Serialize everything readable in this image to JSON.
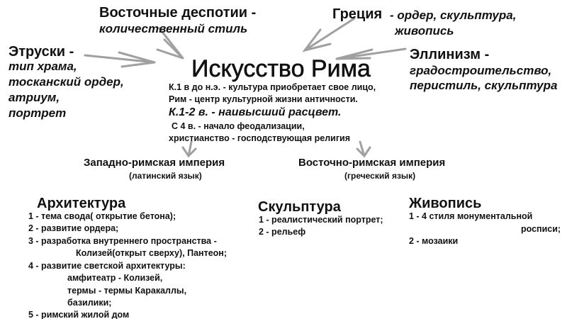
{
  "title": "Искусство Рима",
  "influences": {
    "east": {
      "name": "Восточные деспотии -",
      "desc": "количественный стиль"
    },
    "greece": {
      "name": "Греция",
      "desc1": "- ордер, скульптура,",
      "desc2": "живопись"
    },
    "etruscans": {
      "name": "Этруски -",
      "lines": [
        "тип храма,",
        "тосканский ордер,",
        "атриум,",
        "портрет"
      ]
    },
    "hellenism": {
      "name": "Эллинизм -",
      "lines": [
        "градостроительство,",
        "перистиль, скульптура"
      ]
    }
  },
  "summary": {
    "l1": "К.1 в до н.э. - культура приобретает свое лицо,",
    "l2": "Рим - центр культурной жизни античности.",
    "l3": "К.1-2 в. - наивысший расцвет.",
    "l4": "С 4 в. - начало феодализации,",
    "l5": "христианство - господствующая религия"
  },
  "empires": {
    "west": {
      "name": "Западно-римская империя",
      "lang": "(латинский  язык)"
    },
    "east": {
      "name": "Восточно-римская империя",
      "lang": "(греческий язык)"
    }
  },
  "architecture": {
    "title": "Архитектура",
    "lines": [
      "1 - тема свода( открытие бетона);",
      "2 - развитие ордера;",
      "3 - разработка  внутреннего пространства  -",
      "Колизей(открыт сверху), Пантеон;",
      "4 - развитие светской архитектуры:",
      "амфитеатр - Колизей,",
      "термы - термы Каракаллы,",
      "базилики;",
      "5 - римский жилой дом"
    ]
  },
  "sculpture": {
    "title": "Скульптура",
    "lines": [
      "1 - реалистический портрет;",
      "2 - рельеф"
    ]
  },
  "painting": {
    "title": "Живопись",
    "lines": [
      "1 - 4 стиля монументальной",
      "росписи;",
      "2 - мозаики"
    ]
  },
  "colors": {
    "arrow": "#a0a0a0",
    "text": "#111111"
  }
}
